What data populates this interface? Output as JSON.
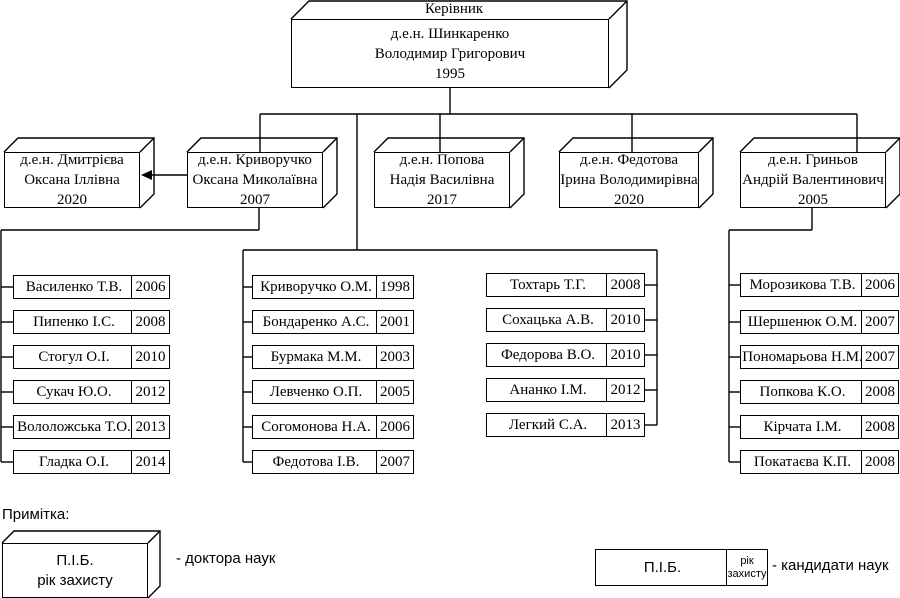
{
  "head": {
    "label": "Керівник",
    "degree_name": "д.е.н. Шинкаренко",
    "name2": "Володимир Григорович",
    "year": "1995"
  },
  "doctors": [
    {
      "line1": "д.е.н. Дмитрієва",
      "line2": "Оксана Іллівна",
      "year": "2020"
    },
    {
      "line1": "д.е.н. Криворучко",
      "line2": "Оксана Миколаївна",
      "year": "2007"
    },
    {
      "line1": "д.е.н. Попова",
      "line2": "Надія Василівна",
      "year": "2017"
    },
    {
      "line1": "д.е.н. Федотова",
      "line2": "Ірина Володимирівна",
      "year": "2020"
    },
    {
      "line1": "д.е.н. Гриньов",
      "line2": "Андрій Валентинович",
      "year": "2005"
    }
  ],
  "candidates": [
    [
      {
        "name": "Василенко Т.В.",
        "year": "2006"
      },
      {
        "name": "Пипенко І.С.",
        "year": "2008"
      },
      {
        "name": "Стогул О.І.",
        "year": "2010"
      },
      {
        "name": "Сукач Ю.О.",
        "year": "2012"
      },
      {
        "name": "Вололожська Т.О.",
        "year": "2013"
      },
      {
        "name": "Гладка О.І.",
        "year": "2014"
      }
    ],
    [
      {
        "name": "Криворучко О.М.",
        "year": "1998"
      },
      {
        "name": "Бондаренко А.С.",
        "year": "2001"
      },
      {
        "name": "Бурмака М.М.",
        "year": "2003"
      },
      {
        "name": "Левченко О.П.",
        "year": "2005"
      },
      {
        "name": "Согомонова Н.А.",
        "year": "2006"
      },
      {
        "name": "Федотова І.В.",
        "year": "2007"
      }
    ],
    [
      {
        "name": "Тохтарь Т.Г.",
        "year": "2008"
      },
      {
        "name": "Сохацька А.В.",
        "year": "2010"
      },
      {
        "name": "Федорова В.О.",
        "year": "2010"
      },
      {
        "name": "Ананко І.М.",
        "year": "2012"
      },
      {
        "name": "Легкий С.А.",
        "year": "2013"
      }
    ],
    [
      {
        "name": "Морозикова Т.В.",
        "year": "2006"
      },
      {
        "name": "Шершенюк О.М.",
        "year": "2007"
      },
      {
        "name": "Пономарьова Н.М.",
        "year": "2007"
      },
      {
        "name": "Попкова К.О.",
        "year": "2008"
      },
      {
        "name": "Кірчата І.М.",
        "year": "2008"
      },
      {
        "name": "Покатаєва К.П.",
        "year": "2008"
      }
    ]
  ],
  "legend": {
    "note_label": "Примітка:",
    "doctor_line1": "П.І.Б.",
    "doctor_line2": "рік захисту",
    "doctor_desc": "- доктора наук",
    "cand_name": "П.І.Б.",
    "cand_year_line1": "рік",
    "cand_year_line2": "захисту",
    "cand_desc": "- кандидати наук"
  }
}
